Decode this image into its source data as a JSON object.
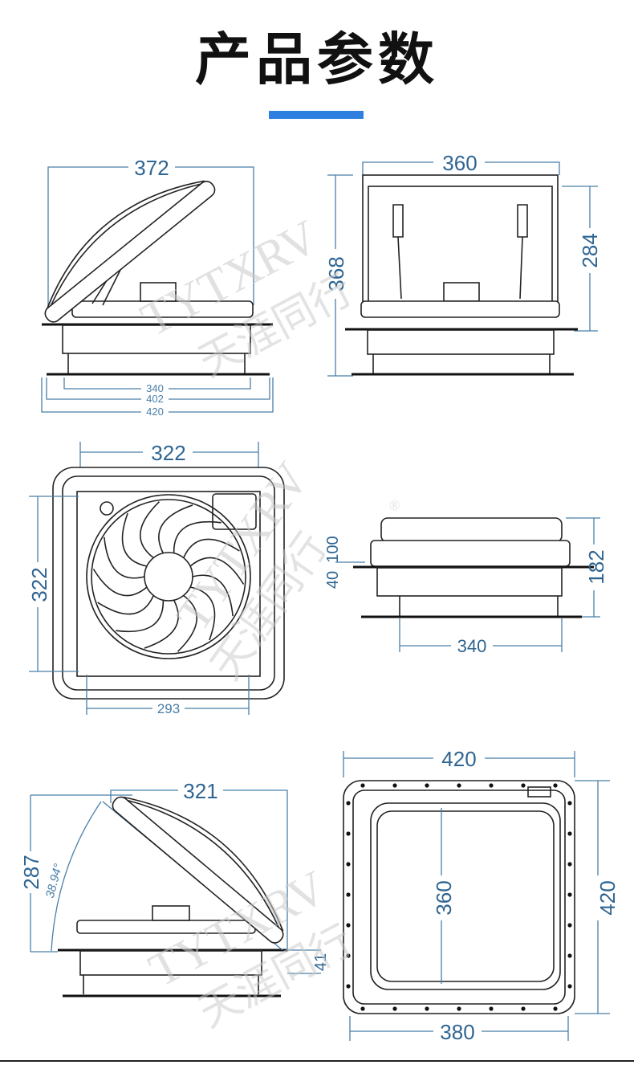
{
  "header": {
    "title": "产品参数",
    "accent_color": "#2f7fe0"
  },
  "watermark": {
    "latin": "TYTXRV",
    "chinese": "天涯同行",
    "registered": "®"
  },
  "views": {
    "side_open_front": {
      "width_top": "372",
      "inner": "340",
      "mid": "402",
      "outer": "420"
    },
    "side_open_back": {
      "width_top": "360",
      "height_total": "368",
      "height_upper": "284"
    },
    "top_fan": {
      "width": "322",
      "height": "322",
      "inner_width": "293"
    },
    "side_closed": {
      "lid_height": "100",
      "frame_height": "40",
      "total_height": "182",
      "base_width": "340"
    },
    "side_open_angle": {
      "width": "321",
      "height": "287",
      "angle": "38.94°",
      "flange": "41"
    },
    "top_lid": {
      "outer_width": "420",
      "outer_height": "420",
      "inner_height": "360",
      "base_width": "380"
    }
  }
}
